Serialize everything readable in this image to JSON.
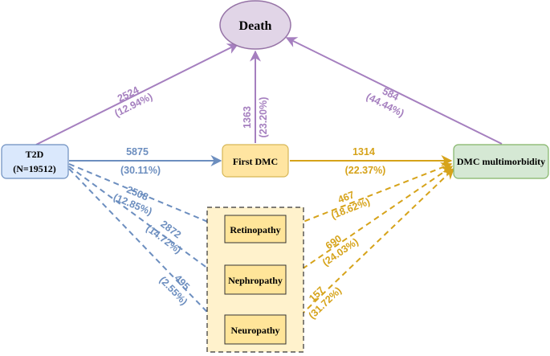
{
  "colors": {
    "purple": "#a57fbf",
    "blue": "#6c8ebf",
    "orange": "#d6a31a",
    "death_fill": "#e1d5e7",
    "death_stroke": "#9673a6",
    "t2d_fill": "#dae8fc",
    "t2d_stroke": "#6c8ebf",
    "dmc_fill": "#ffe5a1",
    "dmc_stroke": "#d6b656",
    "multi_fill": "#d5e8d4",
    "multi_stroke": "#82b366",
    "group_fill": "#fff2cc",
    "sub_fill": "#ffe599"
  },
  "nodes": {
    "death": "Death",
    "t2d_line1": "T2D",
    "t2d_line2": "(N=19512)",
    "first_dmc": "First DMC",
    "multimorbidity": "DMC multimorbidity",
    "retinopathy": "Retinopathy",
    "nephropathy": "Nephropathy",
    "neuropathy": "Neuropathy"
  },
  "edges": {
    "t2d_death": {
      "count": "2524",
      "pct": "(12.94%)"
    },
    "dmc_death": {
      "count": "1363",
      "pct": "(23.20%)"
    },
    "multi_death": {
      "count": "584",
      "pct": "(44.44%)"
    },
    "t2d_dmc": {
      "count": "5875",
      "pct": "(30.11%)"
    },
    "dmc_multi": {
      "count": "1314",
      "pct": "(22.37%)"
    },
    "t2d_retino": {
      "count": "2508",
      "pct": "(12.85%)"
    },
    "t2d_nephro": {
      "count": "2872",
      "pct": "(14.72%)"
    },
    "t2d_neuro": {
      "count": "495",
      "pct": "(2.55%)"
    },
    "retino_multi": {
      "count": "467",
      "pct": "(18.62%)"
    },
    "nephro_multi": {
      "count": "690",
      "pct": "(24.03%)"
    },
    "neuro_multi": {
      "count": "157",
      "pct": "(31.72%)"
    }
  }
}
